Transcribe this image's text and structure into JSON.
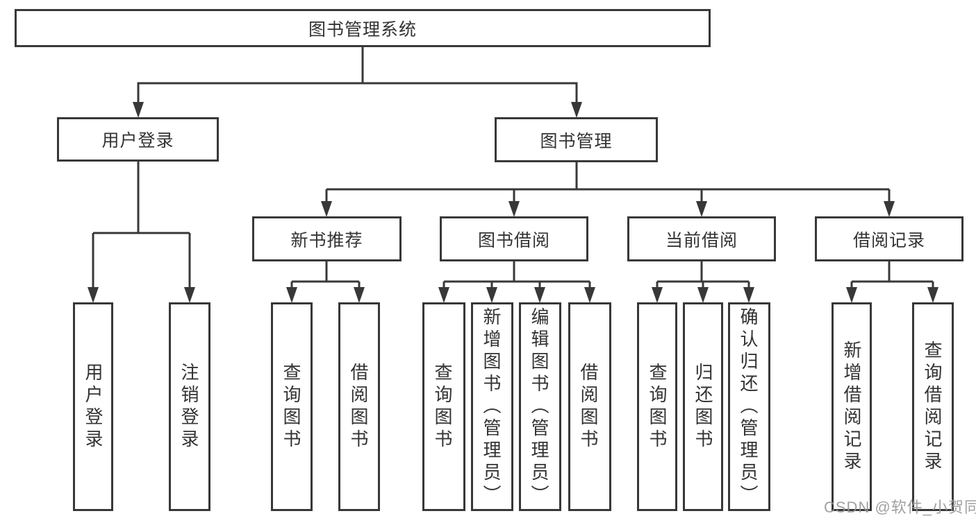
{
  "tree": {
    "root": {
      "label": "图书管理系统"
    },
    "level2": [
      {
        "label": "用户登录",
        "children": [
          "用户登录",
          "注销登录"
        ]
      },
      {
        "label": "图书管理",
        "children": [
          {
            "label": "新书推荐",
            "children": [
              "查询图书",
              "借阅图书"
            ]
          },
          {
            "label": "图书借阅",
            "children": [
              "查询图书",
              "新增图书（管理员）",
              "编辑图书（管理员）",
              "借阅图书"
            ]
          },
          {
            "label": "当前借阅",
            "children": [
              "查询图书",
              "归还图书",
              "确认归还（管理员）"
            ]
          },
          {
            "label": "借阅记录",
            "children": [
              "新增借阅记录",
              "查询借阅记录"
            ]
          }
        ]
      }
    ]
  },
  "watermark": {
    "text": "CSDN @软件_小贺同学"
  },
  "colors": {
    "line": "#383838",
    "box_border": "#383838",
    "text": "#333333",
    "watermark": "#969696",
    "background": "#ffffff"
  }
}
